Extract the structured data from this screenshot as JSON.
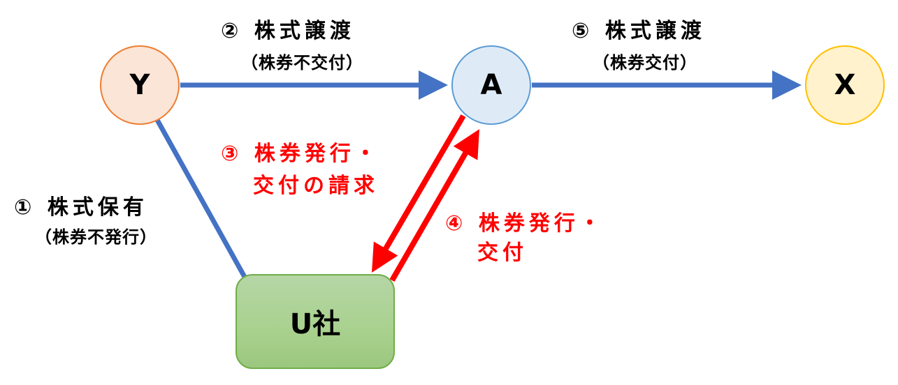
{
  "nodes": {
    "y": {
      "label": "Y"
    },
    "a": {
      "label": "A"
    },
    "x": {
      "label": "X"
    },
    "u": {
      "label": "U社"
    }
  },
  "labels": {
    "step1": {
      "main": "① 株式保有",
      "sub": "（株券不発行）"
    },
    "step2": {
      "main": "② 株式譲渡",
      "sub": "（株券不交付）"
    },
    "step3": {
      "line1": "③ 株券発行・",
      "line2": "交付の請求"
    },
    "step4": {
      "line1": "④ 株券発行・",
      "line2": "交付"
    },
    "step5": {
      "main": "⑤ 株式譲渡",
      "sub": "（株券交付）"
    }
  },
  "colors": {
    "blue_arrow": "#4472c4",
    "red_arrow": "#ff0000",
    "node_y_fill": "#fbe5d6",
    "node_y_border": "#ed7d31",
    "node_a_fill": "#deebf7",
    "node_a_border": "#5b9bd5",
    "node_x_fill": "#fff2cc",
    "node_x_border": "#ffc000",
    "node_u_fill": "#a9d18e",
    "node_u_border": "#70ad47"
  }
}
